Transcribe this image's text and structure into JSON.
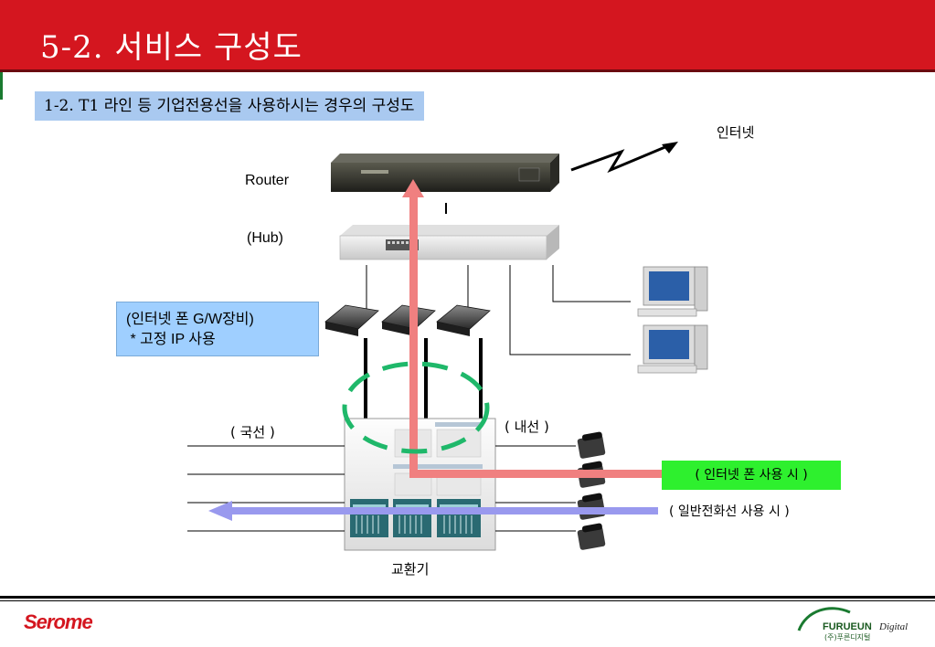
{
  "header": {
    "title": "5-2. 서비스 구성도"
  },
  "subtitle": "1-2.  T1 라인 등 기업전용선을 사용하시는 경우의 구성도",
  "labels": {
    "internet": "인터넷",
    "router": "Router",
    "hub": "(Hub)",
    "gateway_line1": "(인터넷 폰 G/W장비)",
    "gateway_line2": " * 고정 IP 사용",
    "trunk": "( 국선 )",
    "extension": "( 내선 )",
    "internet_phone_use": "( 인터넷 폰 사용 시 )",
    "normal_phone_use": "( 일반전화선 사용 시 )",
    "exchange": "교환기",
    "router_mark": "I"
  },
  "footer": {
    "brand_left": "Serome",
    "brand_right": "FURUEUN",
    "brand_right_sub": "(주)푸른디지털",
    "brand_right_tag": "Digital"
  },
  "colors": {
    "header": "#d4161f",
    "subtitle_bg": "#a9c9f0",
    "gateway_box": "#9fcfff",
    "internet_phone_arrow": "#f08080",
    "normal_phone_arrow": "#9999ee",
    "dashed_ellipse": "#1fb86a",
    "green_label": "#2ef02e"
  },
  "icons": [
    "router-device",
    "hub-device",
    "gateway-device",
    "pc-icon",
    "telephone-icon",
    "pbx-exchange",
    "lightning-link-icon"
  ]
}
